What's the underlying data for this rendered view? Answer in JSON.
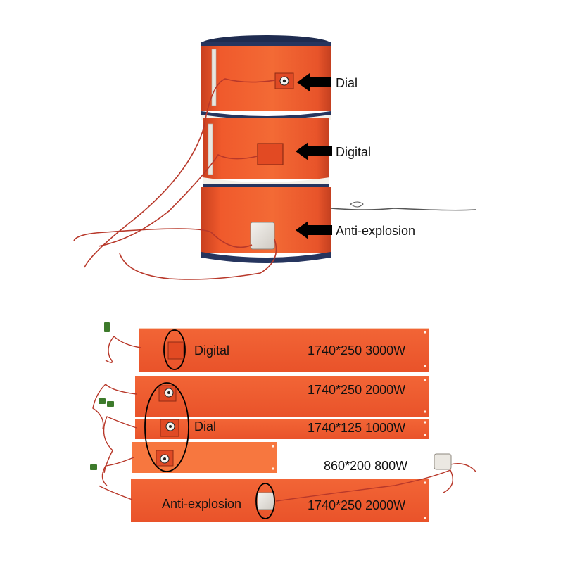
{
  "top_section": {
    "dial_label": "Dial",
    "digital_label": "Digital",
    "anti_explosion_label": "Anti-explosion"
  },
  "bottom_section": {
    "type_labels": {
      "digital": "Digital",
      "dial": "Dial",
      "anti_explosion": "Anti-explosion"
    },
    "specs": [
      "1740*250 3000W",
      "1740*250 2000W",
      "1740*125 1000W",
      "860*200 800W",
      "1740*250 2000W"
    ]
  },
  "colors": {
    "heater_orange": "#f0562a",
    "heater_light": "#f5773f",
    "drum_blue": "#26355e",
    "wire_red": "#b8382a",
    "arrow": "#000000"
  }
}
